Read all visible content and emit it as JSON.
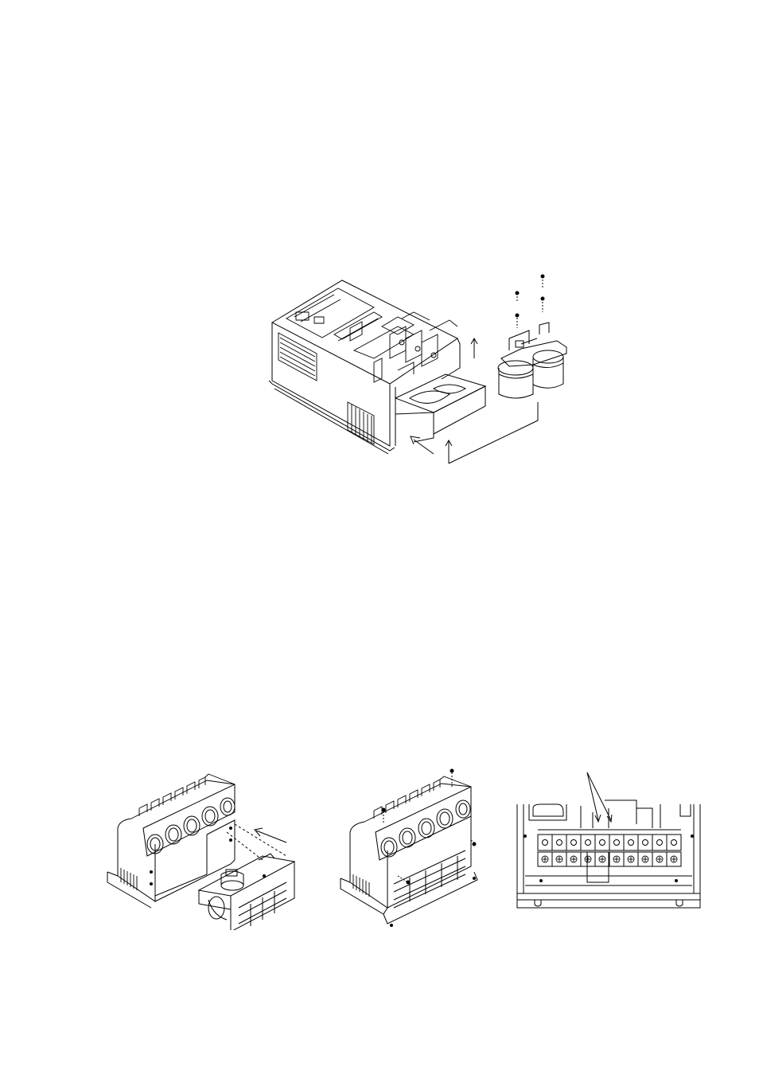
{
  "page": {
    "background": "#ffffff",
    "line_color": "#000000"
  },
  "figures": [
    {
      "id": "inverter-fan-removal",
      "description_visible_text": ""
    },
    {
      "id": "fan-unit-slide-in",
      "description_visible_text": ""
    },
    {
      "id": "fan-unit-screwed",
      "description_visible_text": ""
    },
    {
      "id": "terminal-block-front",
      "description_visible_text": ""
    }
  ]
}
